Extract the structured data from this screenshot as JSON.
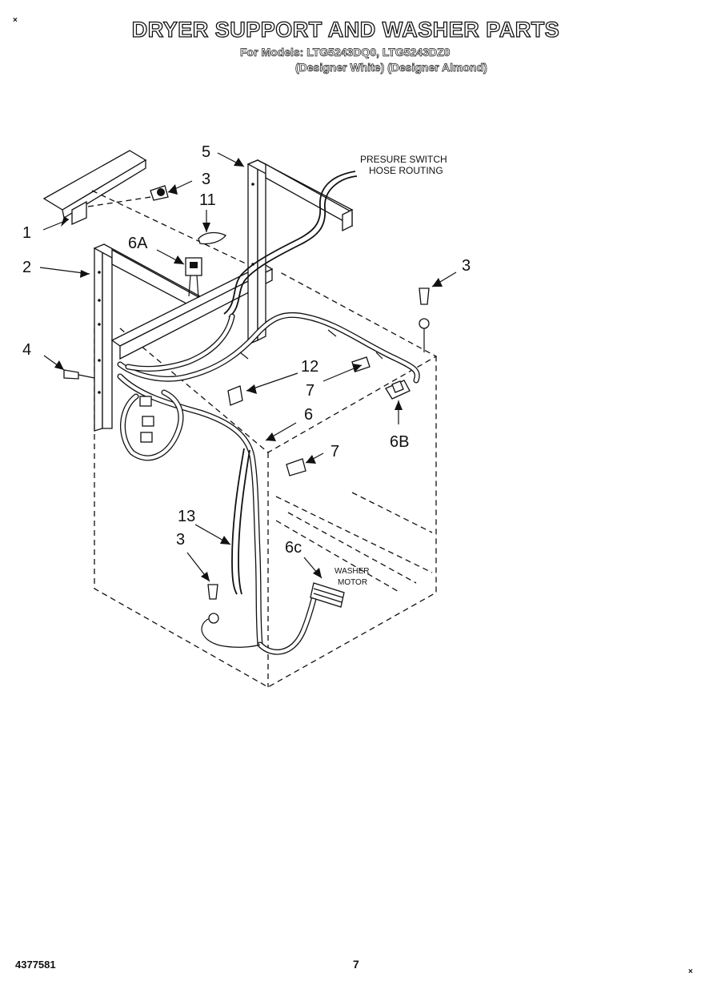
{
  "header": {
    "title": "DRYER SUPPORT AND WASHER PARTS",
    "models": "For Models: LTG5243DQ0, LTG5243DZ0",
    "variants": "(Designer White) (Designer Almond)"
  },
  "diagram": {
    "labels": {
      "l1": "1",
      "l2": "2",
      "l3a": "3",
      "l3b": "3",
      "l3c": "3",
      "l4": "4",
      "l5": "5",
      "l6": "6",
      "l6a": "6A",
      "l6b": "6B",
      "l6c": "6c",
      "l7a": "7",
      "l7b": "7",
      "l11": "11",
      "l12": "12",
      "l13": "13"
    },
    "notes": {
      "pressure_1": "PRESURE SWITCH",
      "pressure_2": "HOSE ROUTING",
      "motor_1": "WASHER",
      "motor_2": "MOTOR"
    }
  },
  "footer": {
    "part_number": "4377581",
    "page": "7"
  },
  "marks": {
    "corner": "×"
  }
}
